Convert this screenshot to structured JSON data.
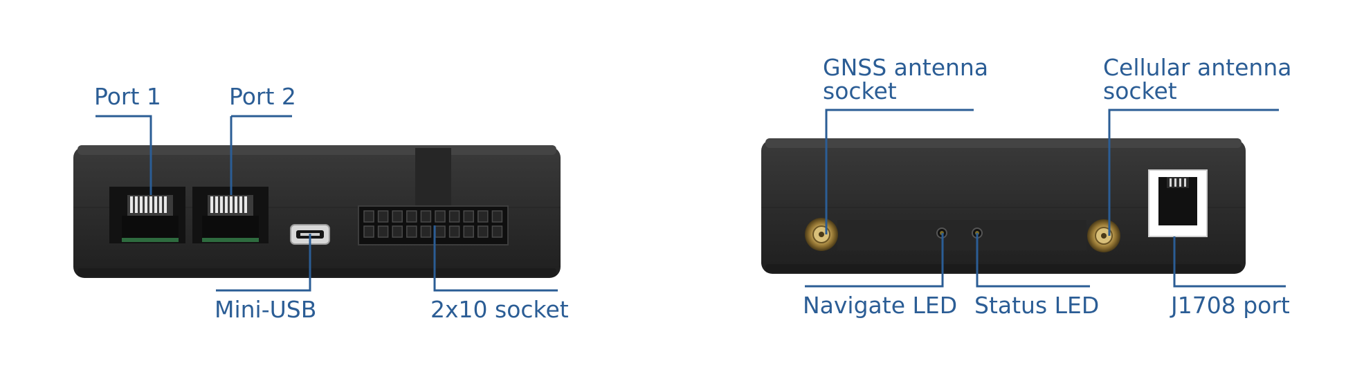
{
  "colors": {
    "accent": "#2b5d95",
    "device_body": "#2b2b2b"
  },
  "left_view": {
    "labels": {
      "port1": "Port 1",
      "port2": "Port 2",
      "mini_usb": "Mini-USB",
      "socket_2x10": "2x10 socket"
    }
  },
  "right_view": {
    "labels": {
      "gnss_line1": "GNSS antenna",
      "gnss_line2": "socket",
      "cellular_line1": "Cellular antenna",
      "cellular_line2": "socket",
      "navigate_led": "Navigate LED",
      "status_led": "Status LED",
      "j1708_port": "J1708 port"
    }
  }
}
